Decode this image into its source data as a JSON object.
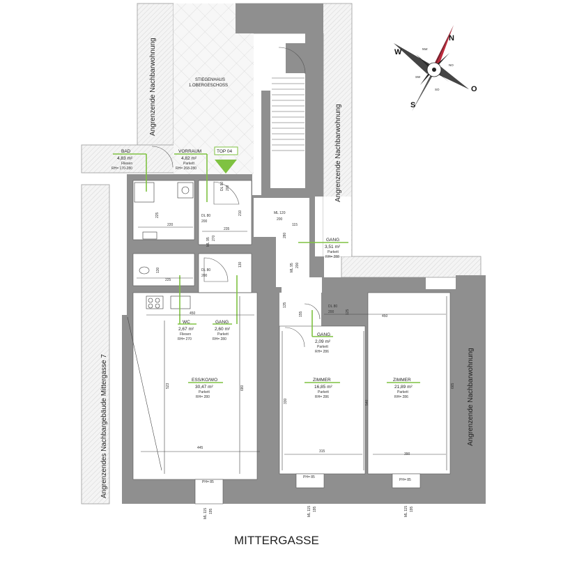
{
  "street": "MITTERGASSE",
  "neighbors": {
    "left": "Angrenzendes Nachbargebäude Mittergasse 7",
    "top_left": "Angrenzende Nachbarwohnung",
    "top_right": "Angrenzende Nachbarwohnung",
    "right": "Angrenzende Nachbarwohnung"
  },
  "stairwell": {
    "line1": "STIEGENHAUS",
    "line2": "1.OBERGESCHOSS"
  },
  "unit_tag": "TOP 04",
  "rooms": {
    "bad": {
      "name": "BAD",
      "area": "4,83 m²",
      "floor": "Fliesen",
      "height": "RH= 170-280"
    },
    "vorraum": {
      "name": "VORRAUM",
      "area": "4,82 m²",
      "floor": "Parkett",
      "height": "RH= 268-280"
    },
    "wc": {
      "name": "WC",
      "area": "2,67 m²",
      "floor": "Fliesen",
      "height": "RH= 270"
    },
    "gang1": {
      "name": "GANG",
      "area": "2,60 m²",
      "floor": "Parkett",
      "height": "RH= 280"
    },
    "gang_top": {
      "name": "GANG",
      "area": "3,51 m²",
      "floor": "Parkett",
      "height": "RH= 288"
    },
    "gang2": {
      "name": "GANG",
      "area": "2,09 m²",
      "floor": "Parkett",
      "height": "RH= 286"
    },
    "esskowo": {
      "name": "ESS/KO/WO",
      "area": "30,47 m²",
      "floor": "Parkett",
      "height": "RH= 280"
    },
    "zimmer1": {
      "name": "ZIMMER",
      "area": "16,85 m²",
      "floor": "Parkett",
      "height": "RH= 286"
    },
    "zimmer2": {
      "name": "ZIMMER",
      "area": "21,89 m²",
      "floor": "Parkett",
      "height": "RH= 286"
    }
  },
  "dimensions": {
    "d220": "220",
    "d225a": "225",
    "d235": "235",
    "d210": "210",
    "d115": "115",
    "d280": "280",
    "d130a": "130",
    "d225b": "225",
    "d130b": "130",
    "d450a": "450",
    "d450b": "450",
    "d155": "155",
    "d135": "135",
    "d125": "125",
    "d445": "445",
    "d315": "315",
    "d390": "390",
    "d523": "523",
    "d680": "680",
    "d330": "330",
    "d540": "540",
    "d665": "665"
  },
  "openings": {
    "dl90": "DL 90",
    "dl90_h": "200",
    "dl80a": "DL 80",
    "dl80a_h": "200",
    "ml95a": "ML 95",
    "ml95a_h": "270",
    "ml120": "ML 120",
    "ml120_h": "200",
    "ml95b": "ML 95",
    "ml95b_h": "200",
    "dl80b": "DL 80",
    "dl80b_h": "200",
    "dl80c": "DL 80",
    "dl80c_h": "200",
    "ph1": "PH= 85",
    "ph2": "PH= 85",
    "ph3": "PH= 85",
    "ml115a": "ML 115",
    "ml115a_h": "195",
    "ml115b": "ML 115",
    "ml115b_h": "195",
    "ml115c": "ML 115",
    "ml115c_h": "195"
  },
  "compass": {
    "n": "N",
    "s": "S",
    "w": "W",
    "o": "O",
    "nw": "NW",
    "no": "NO",
    "so": "SO",
    "sw": "SW"
  }
}
